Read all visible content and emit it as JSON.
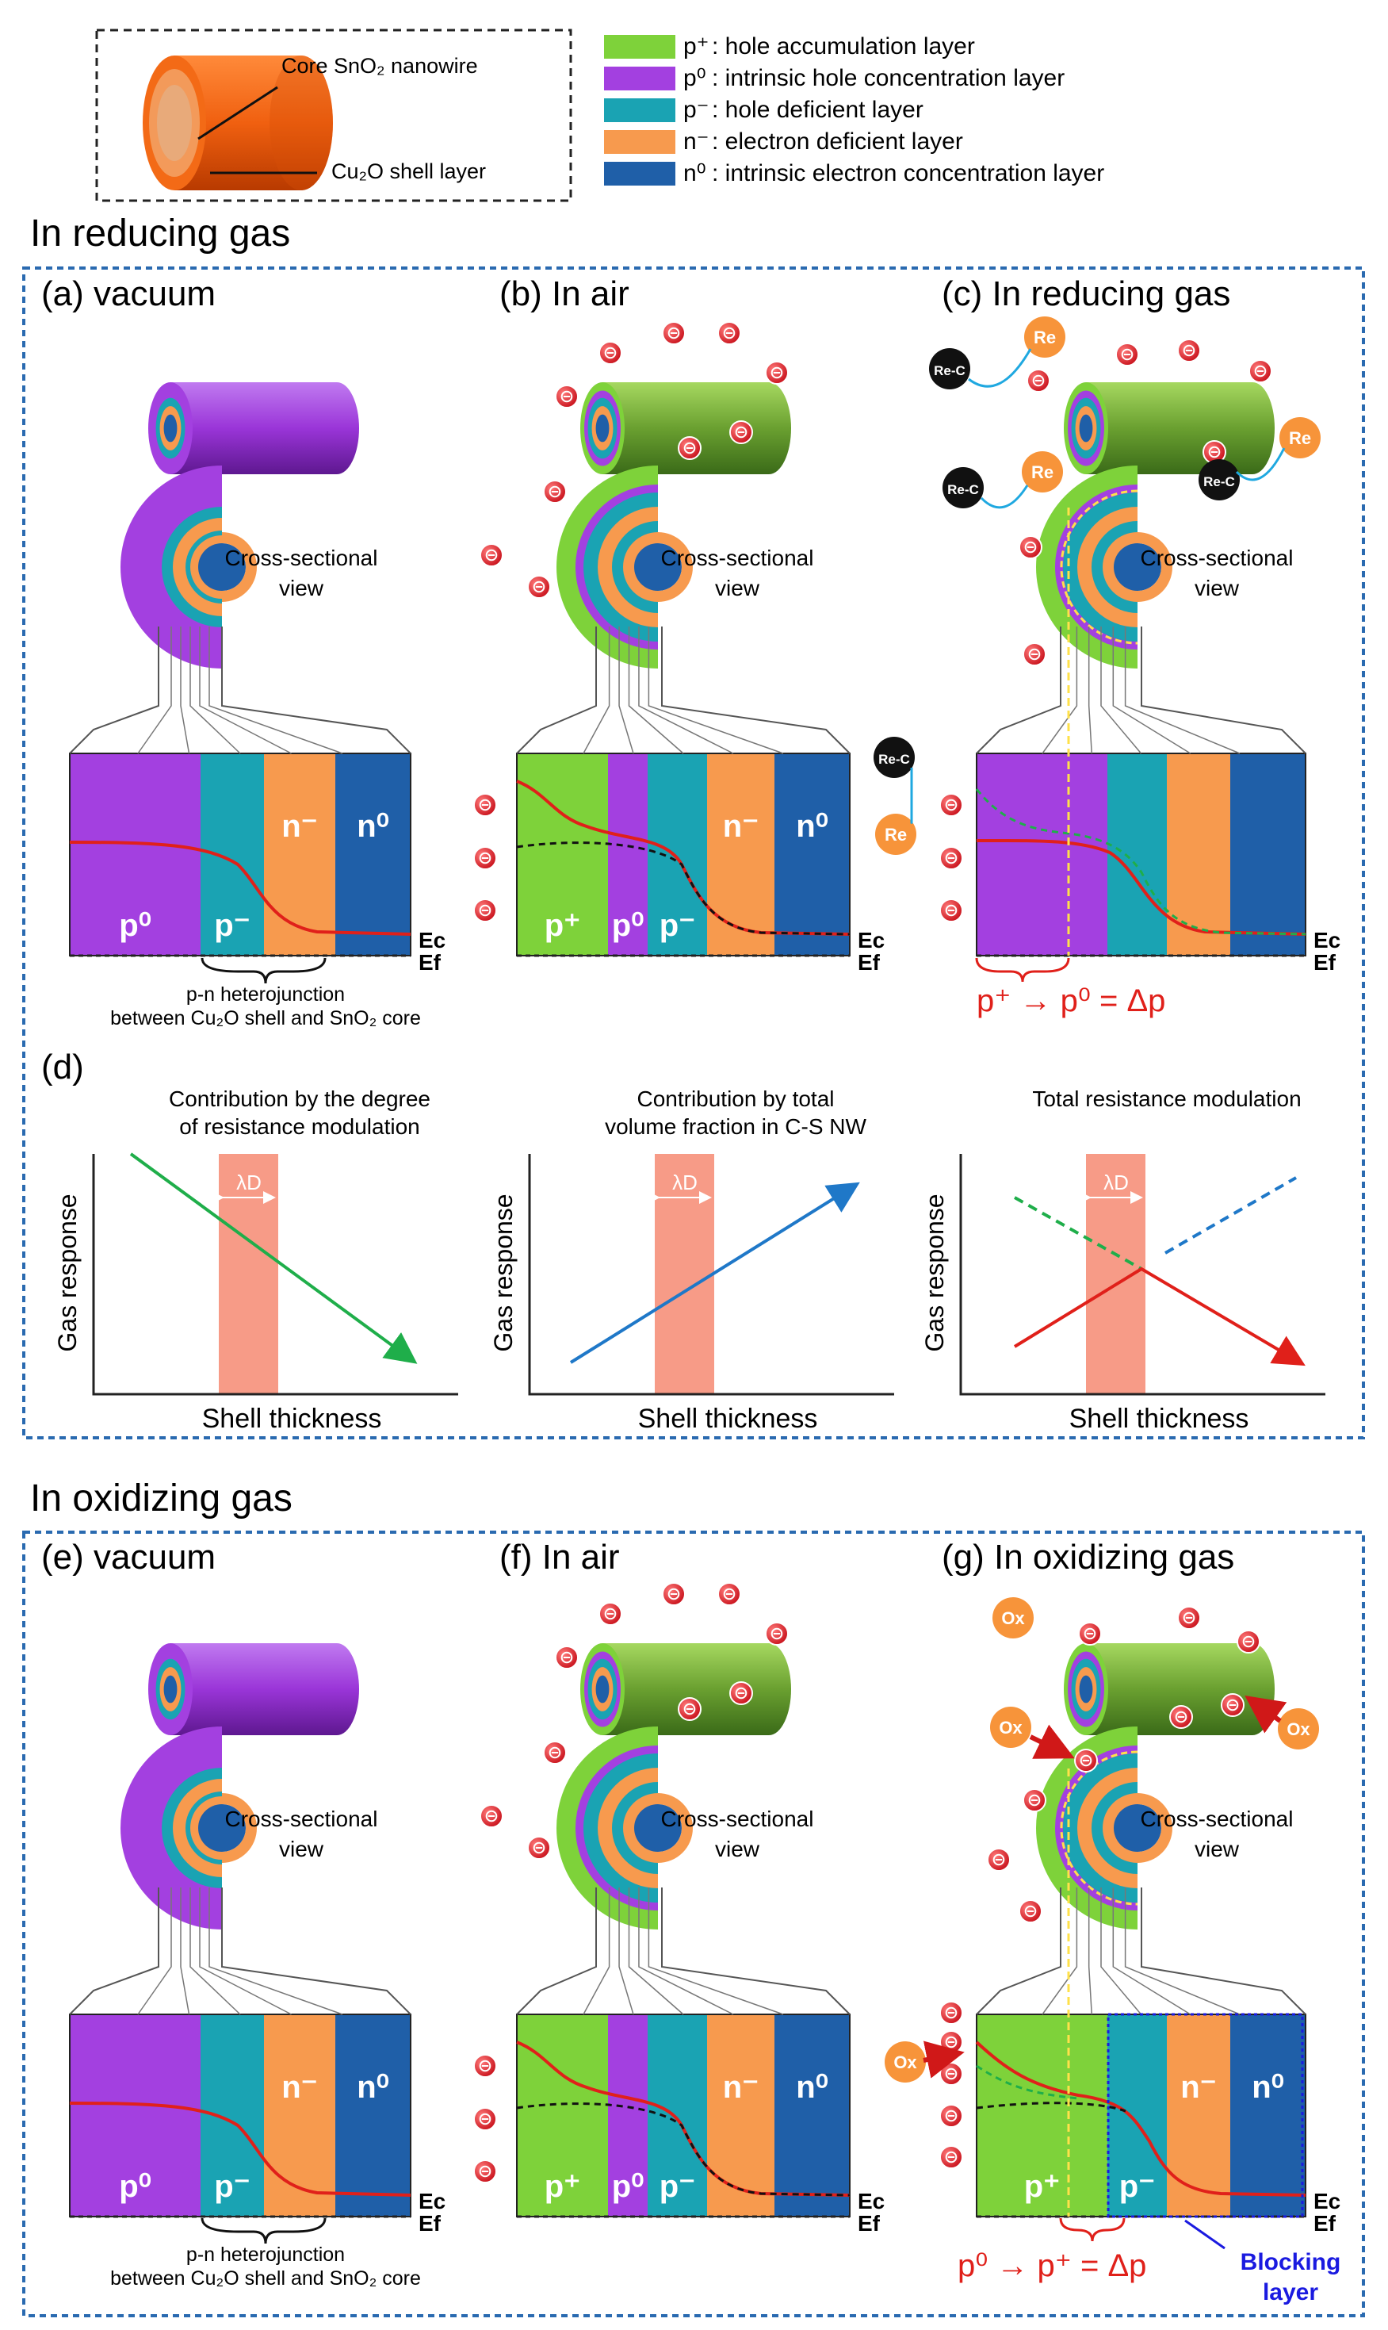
{
  "legend": {
    "core_label": "Core SnO₂ nanowire",
    "shell_label": "Cu₂O shell layer",
    "items": [
      {
        "symbol": "p⁺",
        "text": ": hole accumulation layer",
        "color": "#7ed23a"
      },
      {
        "symbol": "p⁰",
        "text": ": intrinsic hole concentration layer",
        "color": "#a340e0"
      },
      {
        "symbol": "p⁻",
        "text": ": hole deficient layer",
        "color": "#1aa3b3"
      },
      {
        "symbol": "n⁻",
        "text": ": electron deficient layer",
        "color": "#f79a4e"
      },
      {
        "symbol": "n⁰",
        "text": ": intrinsic electron concentration layer",
        "color": "#1f5fa8"
      }
    ]
  },
  "reducing": {
    "title": "In reducing gas",
    "a": "(a) vacuum",
    "b": "(b) In air",
    "c": "(c) In reducing gas",
    "d": "(d)",
    "cross_1": "Cross-sectional",
    "cross_2": "view",
    "band_a": {
      "p0": "p⁰",
      "pm": "p⁻",
      "nm": "n⁻",
      "n0": "n⁰"
    },
    "band_b": {
      "pp": "p⁺",
      "p0": "p⁰",
      "pm": "p⁻",
      "nm": "n⁻",
      "n0": "n⁰"
    },
    "ec": "Ec",
    "ef": "Ef",
    "hetero_1": "p-n heterojunction",
    "hetero_2": "between Cu₂O shell and SnO₂ core",
    "delta": "p⁺ → p⁰ = Δp",
    "rec": "Re-C",
    "re": "Re",
    "rec_plots": [
      {
        "title_1": "Contribution by the degree",
        "title_2": "of resistance modulation"
      },
      {
        "title_1": "Contribution by total",
        "title_2": "volume fraction in C-S NW"
      },
      {
        "title_1": "Total resistance modulation",
        "title_2": ""
      }
    ],
    "ylabel": "Gas response",
    "xlabel": "Shell thickness",
    "lambda": "λD"
  },
  "oxidizing": {
    "title": "In oxidizing gas",
    "e": "(e) vacuum",
    "f": "(f) In air",
    "g": "(g) In oxidizing gas",
    "ox": "Ox",
    "delta": "p⁰ → p⁺ = Δp",
    "blocking_1": "Blocking",
    "blocking_2": "layer"
  },
  "colors": {
    "pp": "#7ed23a",
    "p0": "#a340e0",
    "pm": "#1aa3b3",
    "nm": "#f79a4e",
    "n0": "#1f5fa8",
    "frame": "#2a6ab0",
    "red": "#e0201a",
    "green_line": "#1fae4a",
    "blue_line": "#1f78c8"
  }
}
